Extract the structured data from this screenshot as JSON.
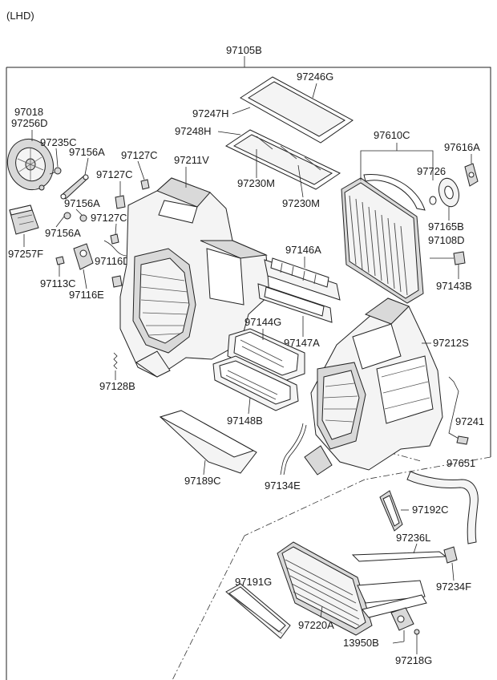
{
  "header": {
    "variant": "(LHD)",
    "assembly_number": "97105B"
  },
  "labels": {
    "p97018": "97018",
    "p97256D": "97256D",
    "p97235C": "97235C",
    "p97156A_1": "97156A",
    "p97127C_1": "97127C",
    "p97211V": "97211V",
    "p97127C_2": "97127C",
    "p97156A_2": "97156A",
    "p97127C_3": "97127C",
    "p97156A_3": "97156A",
    "p97257F": "97257F",
    "p97116D": "97116D",
    "p97113C": "97113C",
    "p97116E": "97116E",
    "p97128B": "97128B",
    "p97246G": "97246G",
    "p97247H": "97247H",
    "p97248H": "97248H",
    "p97230M_1": "97230M",
    "p97230M_2": "97230M",
    "p97610C": "97610C",
    "p97616A": "97616A",
    "p97726": "97726",
    "p97165B": "97165B",
    "p97108D": "97108D",
    "p97143B": "97143B",
    "p97146A": "97146A",
    "p97144G": "97144G",
    "p97147A": "97147A",
    "p97212S": "97212S",
    "p97148B": "97148B",
    "p97241": "97241",
    "p97189C": "97189C",
    "p97134E": "97134E",
    "p97651": "97651",
    "p97192C": "97192C",
    "p97236L": "97236L",
    "p97191G": "97191G",
    "p97234F": "97234F",
    "p97220A": "97220A",
    "p13950B": "13950B",
    "p97218G": "97218G"
  },
  "icons": {
    "blower-motor": "blower-motor-icon",
    "evaporator": "evaporator-core-icon",
    "heater-core": "heater-core-icon",
    "heater-unit-case": "heater-case-icon",
    "blower-case": "blower-case-icon",
    "actuator": "actuator-icon",
    "filter": "filter-icon",
    "hose": "hose-icon"
  }
}
